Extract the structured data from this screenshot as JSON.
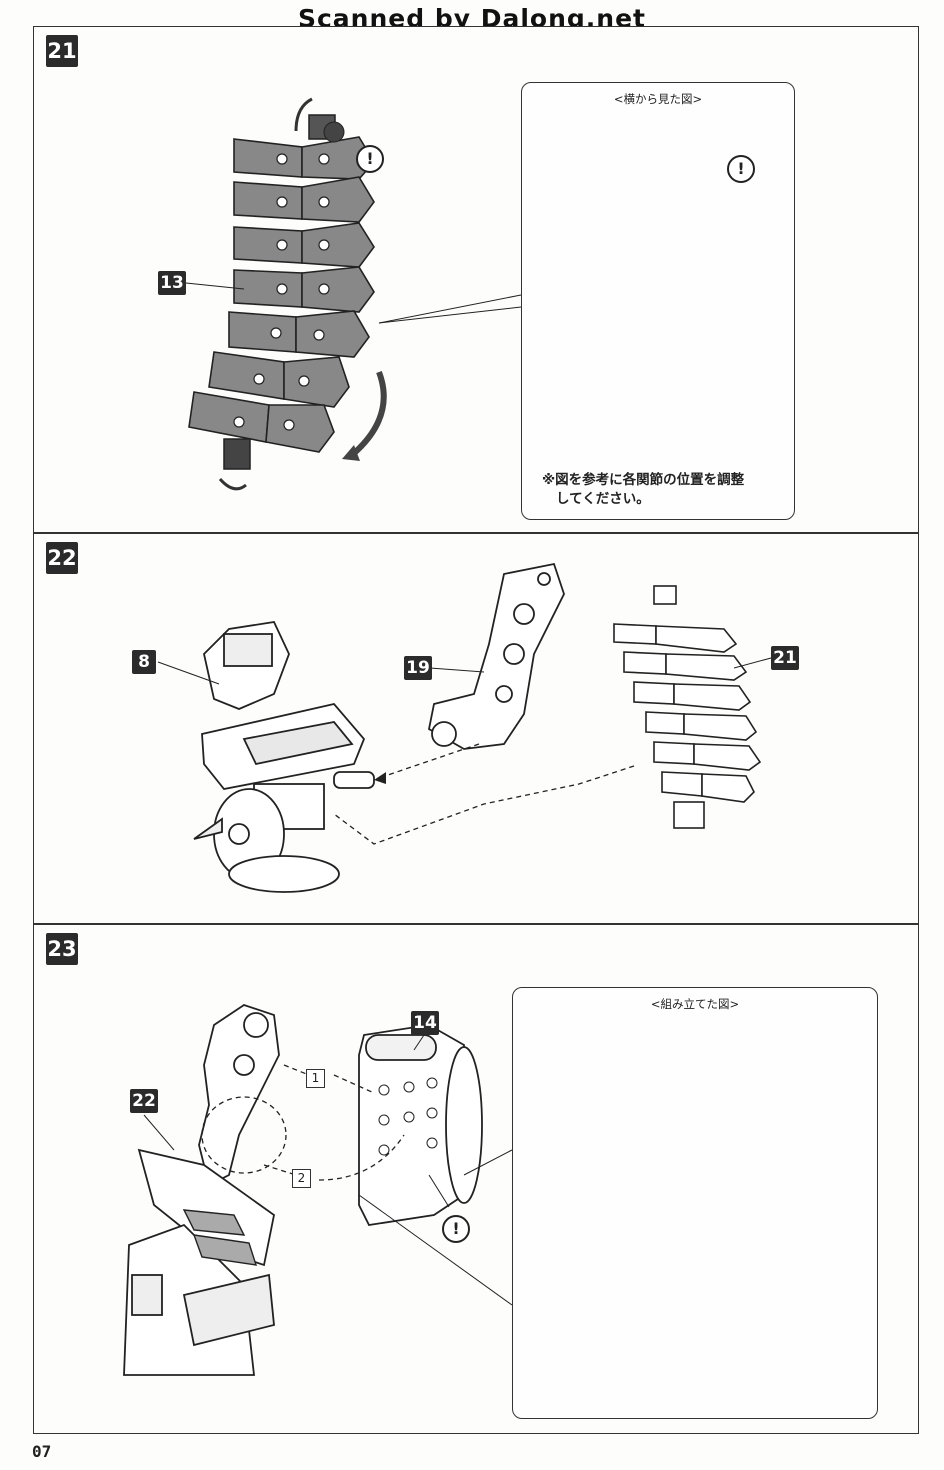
{
  "watermark": "Scanned by Dalong.net",
  "page_number": "07",
  "steps": [
    {
      "number": "21",
      "callouts": [
        "13"
      ],
      "inset": {
        "title": "<横から見た図>",
        "note_line1": "※図を参考に各関節の位置を調整",
        "note_line2": "してください。"
      },
      "warning_symbol": "!"
    },
    {
      "number": "22",
      "callouts": [
        "8",
        "19",
        "21"
      ]
    },
    {
      "number": "23",
      "callouts": [
        "22",
        "14"
      ],
      "inset": {
        "title": "<組み立てた図>"
      },
      "order_marks": [
        "1",
        "2"
      ],
      "warning_symbol": "!"
    }
  ]
}
